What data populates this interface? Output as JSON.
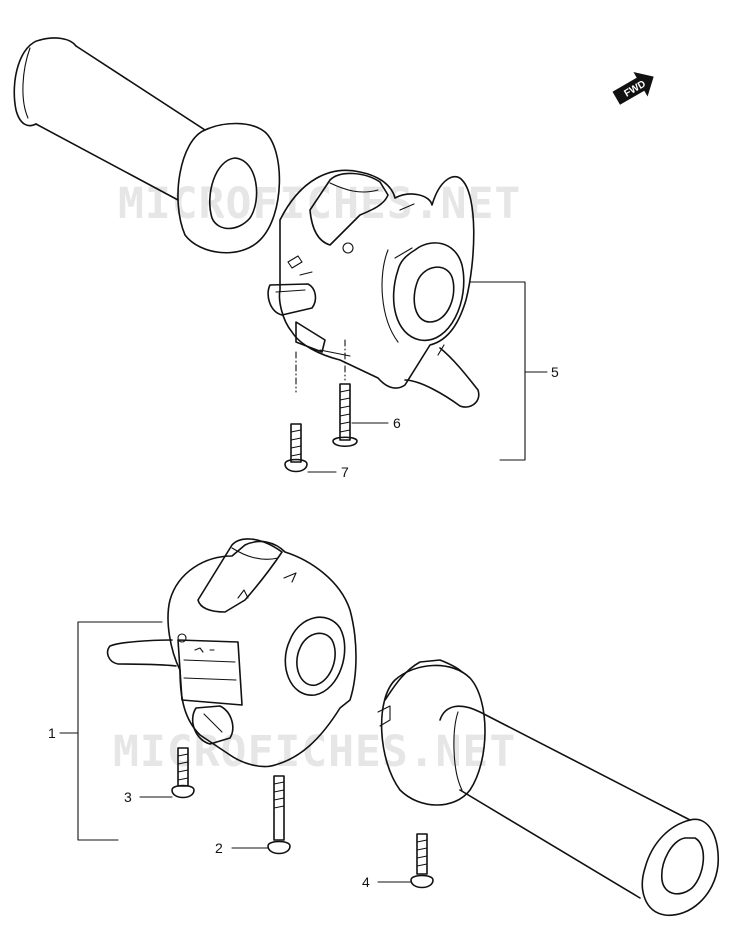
{
  "diagram": {
    "direction_badge": "FWD",
    "watermarks": [
      "MICROFICHES.NET",
      "MICROFICHES.NET"
    ],
    "callouts": [
      {
        "id": "1",
        "label": "1"
      },
      {
        "id": "2",
        "label": "2"
      },
      {
        "id": "3",
        "label": "3"
      },
      {
        "id": "4",
        "label": "4"
      },
      {
        "id": "5",
        "label": "5"
      },
      {
        "id": "6",
        "label": "6"
      },
      {
        "id": "7",
        "label": "7"
      }
    ]
  }
}
